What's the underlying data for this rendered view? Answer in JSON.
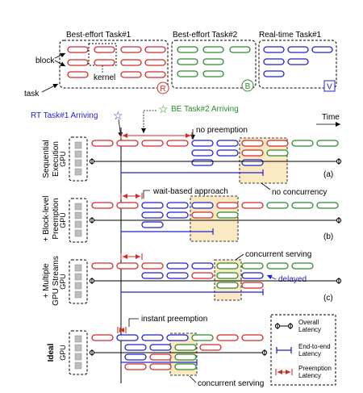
{
  "colors": {
    "red": "#d32a2a",
    "green": "#2e8b2e",
    "blue": "#2222cc",
    "shade": "#fbe9c4",
    "black": "#000000",
    "gray": "#bdbdbd"
  },
  "header": {
    "tasks": [
      {
        "title": "Best-effort Task#1",
        "badge": "R"
      },
      {
        "title": "Best-effort Task#2",
        "badge": "B"
      },
      {
        "title": "Real-time Task#1",
        "badge": "V"
      }
    ],
    "labels": {
      "block": "block",
      "kernel": "kernel",
      "task": "task"
    }
  },
  "arrivals": {
    "rt": "RT Task#1 Arriving",
    "be": "BE Task#2 Arriving",
    "time": "Time"
  },
  "gpu_label": "GPU",
  "scenarios": [
    {
      "label_line1": "Sequential",
      "label_line2": "Execution",
      "tag": "(a)",
      "annotations": [
        "no preemption",
        "no concurrency"
      ]
    },
    {
      "label_line1": "+ Block-level",
      "label_line2": "Preemption",
      "tag": "(b)",
      "annotations": [
        "wait-based approach"
      ]
    },
    {
      "label_line1": "+ Multiple",
      "label_line2": "GPU Streams",
      "tag": "(c)",
      "annotations": [
        "concurrent serving",
        "delayed"
      ]
    },
    {
      "label_line1": "Ideal",
      "label_line2": "",
      "tag": "",
      "annotations": [
        "instant preemption",
        "concurrent serving"
      ]
    }
  ],
  "legend": [
    {
      "name": "Overall Latency",
      "line1": "Overall",
      "line2": "Latency"
    },
    {
      "name": "End-to-end Latency",
      "line1": "End-to-end",
      "line2": "Latency"
    },
    {
      "name": "Preemption Latency",
      "line1": "Preemption",
      "line2": "Latency"
    }
  ]
}
